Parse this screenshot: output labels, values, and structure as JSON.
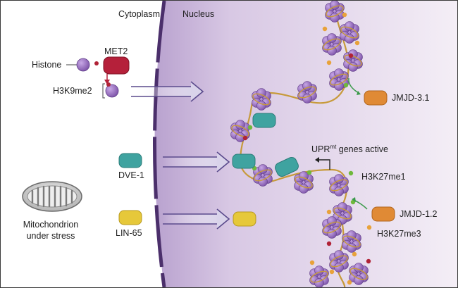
{
  "labels": {
    "cytoplasm": "Cytoplasm",
    "nucleus": "Nucleus",
    "histone": "Histone",
    "met2": "MET2",
    "h3k9me2": "H3K9me2",
    "dve1": "DVE-1",
    "lin65": "LIN-65",
    "mitochondrion_line1": "Mitochondrion",
    "mitochondrion_line2": "under stress",
    "jmjd31": "JMJD-3.1",
    "jmjd12": "JMJD-1.2",
    "h3k27me1": "H3K27me1",
    "h3k27me3": "H3K27me3",
    "upr_main": "UPR",
    "upr_sup": "mt",
    "upr_rest": " genes active"
  },
  "colors": {
    "nucleus_fill": "#d9c9e4",
    "nuclear_membrane": "#4b2f6b",
    "histone": "#9b72c4",
    "met2": "#b5203a",
    "dve1": "#3fa3a0",
    "lin65": "#e6c83a",
    "jmjd": "#e08a35",
    "dna": "#c79a3a",
    "arrow": "#5a4a8c",
    "green_mark": "#6fb83c",
    "red_mark": "#b02236",
    "orange_mark": "#e8a23a"
  },
  "icons": {
    "mitochondrion": "mitochondrion-icon",
    "transcription_arrow": "transcription-start-arrow-icon"
  }
}
